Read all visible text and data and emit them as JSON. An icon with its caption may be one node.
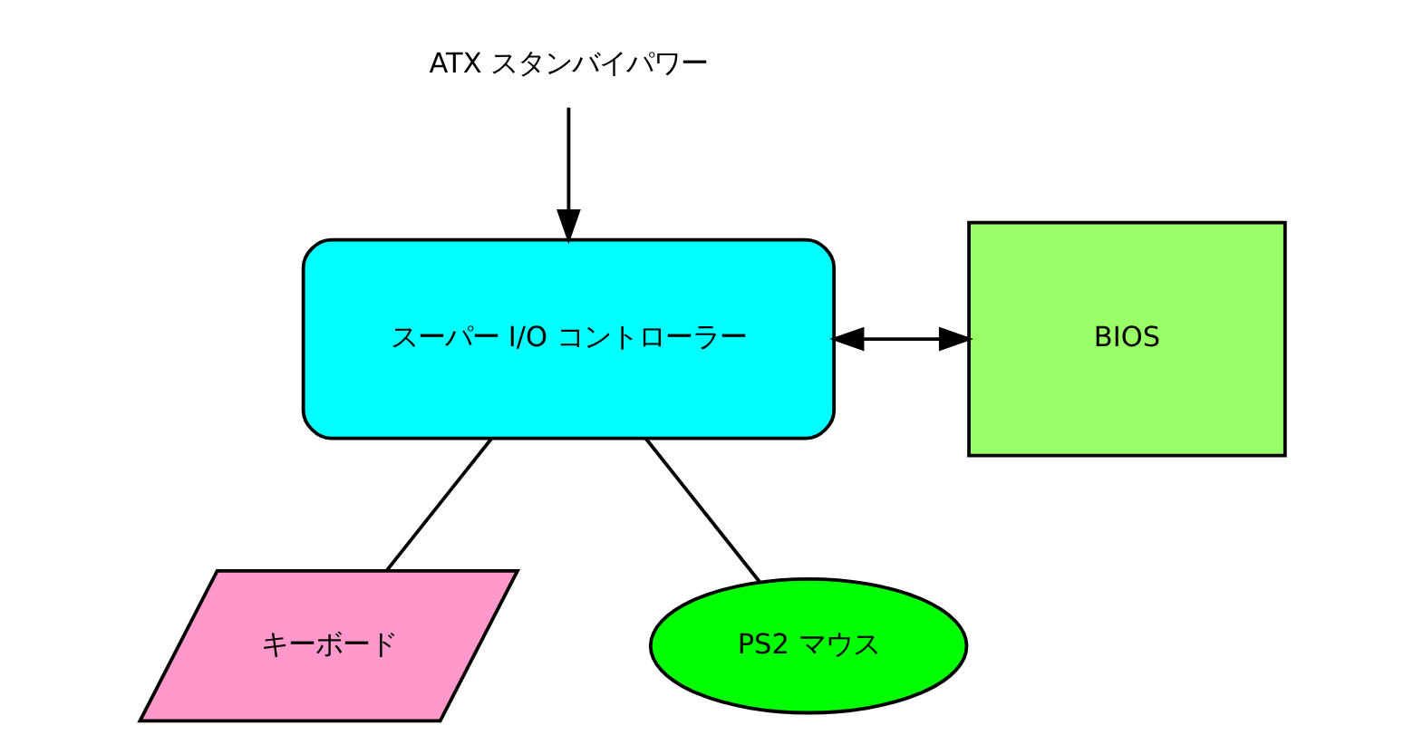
{
  "diagram": {
    "nodes": [
      {
        "text": [
          "ATX スタンバイパワー"
        ]
      },
      {
        "text": [
          "スーパー I/O コントローラー"
        ]
      },
      {
        "text": [
          "BIOS"
        ]
      },
      {
        "text": [
          "キーボード"
        ]
      },
      {
        "text": [
          "PS2 マウス"
        ]
      }
    ],
    "edges": [
      {
        "from": 0,
        "to": 1,
        "arrow": "to"
      },
      {
        "from": 1,
        "to": 2,
        "arrow": "both"
      },
      {
        "from": 1,
        "to": 3,
        "arrow": "none"
      },
      {
        "from": 1,
        "to": 4,
        "arrow": "none"
      }
    ]
  }
}
